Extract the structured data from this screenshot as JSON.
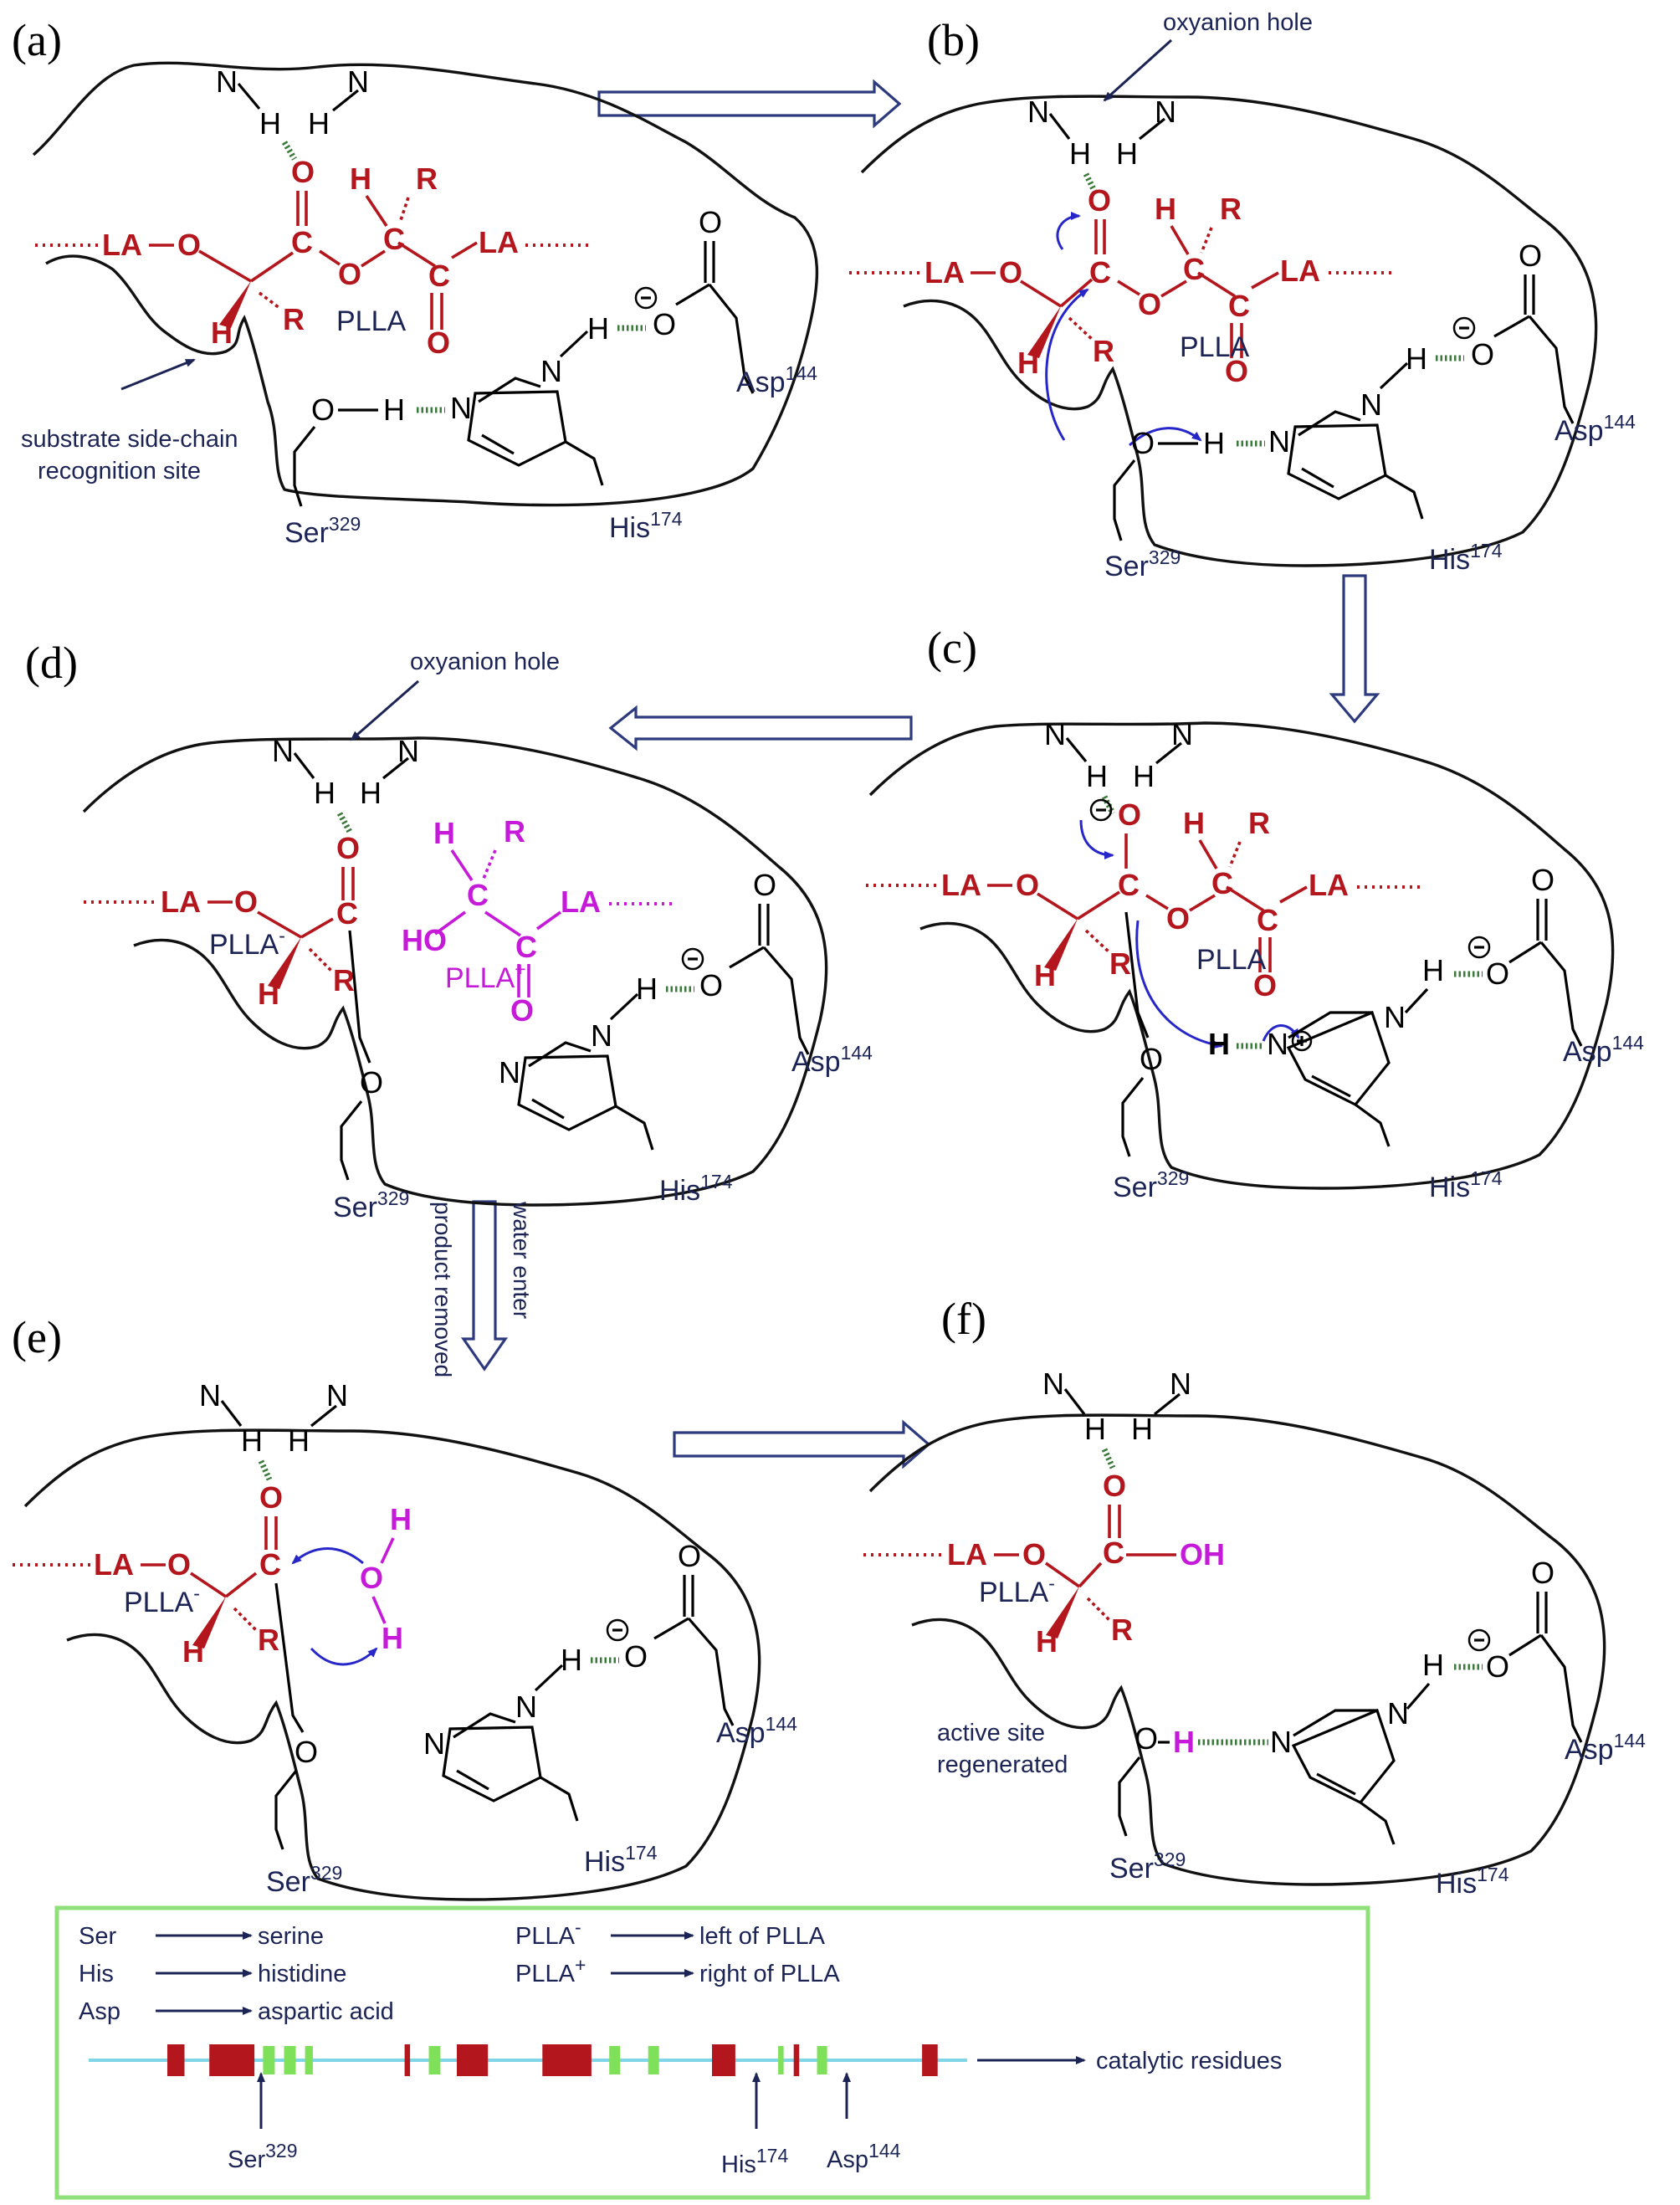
{
  "panels": {
    "a": {
      "label": "(a)"
    },
    "b": {
      "label": "(b)"
    },
    "c": {
      "label": "(c)"
    },
    "d": {
      "label": "(d)"
    },
    "e": {
      "label": "(e)"
    },
    "f": {
      "label": "(f)"
    }
  },
  "annotations": {
    "oxyanion_hole": "oxyanion hole",
    "substrate_site_1": "substrate side-chain",
    "substrate_site_2": "recognition site",
    "water_enter": "water enter",
    "product_removed": "product removed",
    "active_site_1": "active site",
    "active_site_2": "regenerated"
  },
  "residues": {
    "ser": "Ser",
    "ser_num": "329",
    "his": "His",
    "his_num": "174",
    "asp": "Asp",
    "asp_num": "144"
  },
  "labels": {
    "plla": "PLLA",
    "plla_left": "PLLA",
    "plla_right": "PLLA",
    "minus": "-",
    "plus": "+",
    "la": "LA",
    "oh": "OH",
    "ho": "HO"
  },
  "legend": {
    "items": [
      {
        "abbr": "Ser",
        "meaning": "serine"
      },
      {
        "abbr": "His",
        "meaning": "histidine"
      },
      {
        "abbr": "Asp",
        "meaning": "aspartic acid"
      }
    ],
    "plla_items": [
      {
        "abbr": "PLLA",
        "sup": "-",
        "meaning": "left of PLLA"
      },
      {
        "abbr": "PLLA",
        "sup": "+",
        "meaning": "right of PLLA"
      }
    ],
    "catalytic": "catalytic residues",
    "markers": [
      {
        "name": "Ser",
        "num": "329"
      },
      {
        "name": "His",
        "num": "174"
      },
      {
        "name": "Asp",
        "num": "144"
      }
    ]
  },
  "colors": {
    "substrate": "#b3161c",
    "product": "#c61ad9",
    "residue_text": "#1c2456",
    "hbond": "#3b7a3b",
    "legend_border": "#8fe07a",
    "catalytic_block": "#b3161c",
    "other_block": "#7fe05a",
    "sequence_line": "#7fd6e8"
  },
  "sequence_blocks": [
    {
      "type": "red",
      "start": 0.0,
      "end": 0.022
    },
    {
      "type": "red",
      "start": 0.054,
      "end": 0.112
    },
    {
      "type": "green",
      "start": 0.123,
      "end": 0.138
    },
    {
      "type": "green",
      "start": 0.15,
      "end": 0.165
    },
    {
      "type": "green",
      "start": 0.177,
      "end": 0.187
    },
    {
      "type": "red",
      "start": 0.305,
      "end": 0.312
    },
    {
      "type": "green",
      "start": 0.336,
      "end": 0.351
    },
    {
      "type": "red",
      "start": 0.372,
      "end": 0.412
    },
    {
      "type": "red",
      "start": 0.482,
      "end": 0.545
    },
    {
      "type": "green",
      "start": 0.568,
      "end": 0.582
    },
    {
      "type": "green",
      "start": 0.618,
      "end": 0.632
    },
    {
      "type": "red",
      "start": 0.7,
      "end": 0.73
    },
    {
      "type": "green",
      "start": 0.785,
      "end": 0.792
    },
    {
      "type": "red",
      "start": 0.805,
      "end": 0.812
    },
    {
      "type": "green",
      "start": 0.835,
      "end": 0.848
    },
    {
      "type": "red",
      "start": 0.97,
      "end": 0.99
    }
  ]
}
